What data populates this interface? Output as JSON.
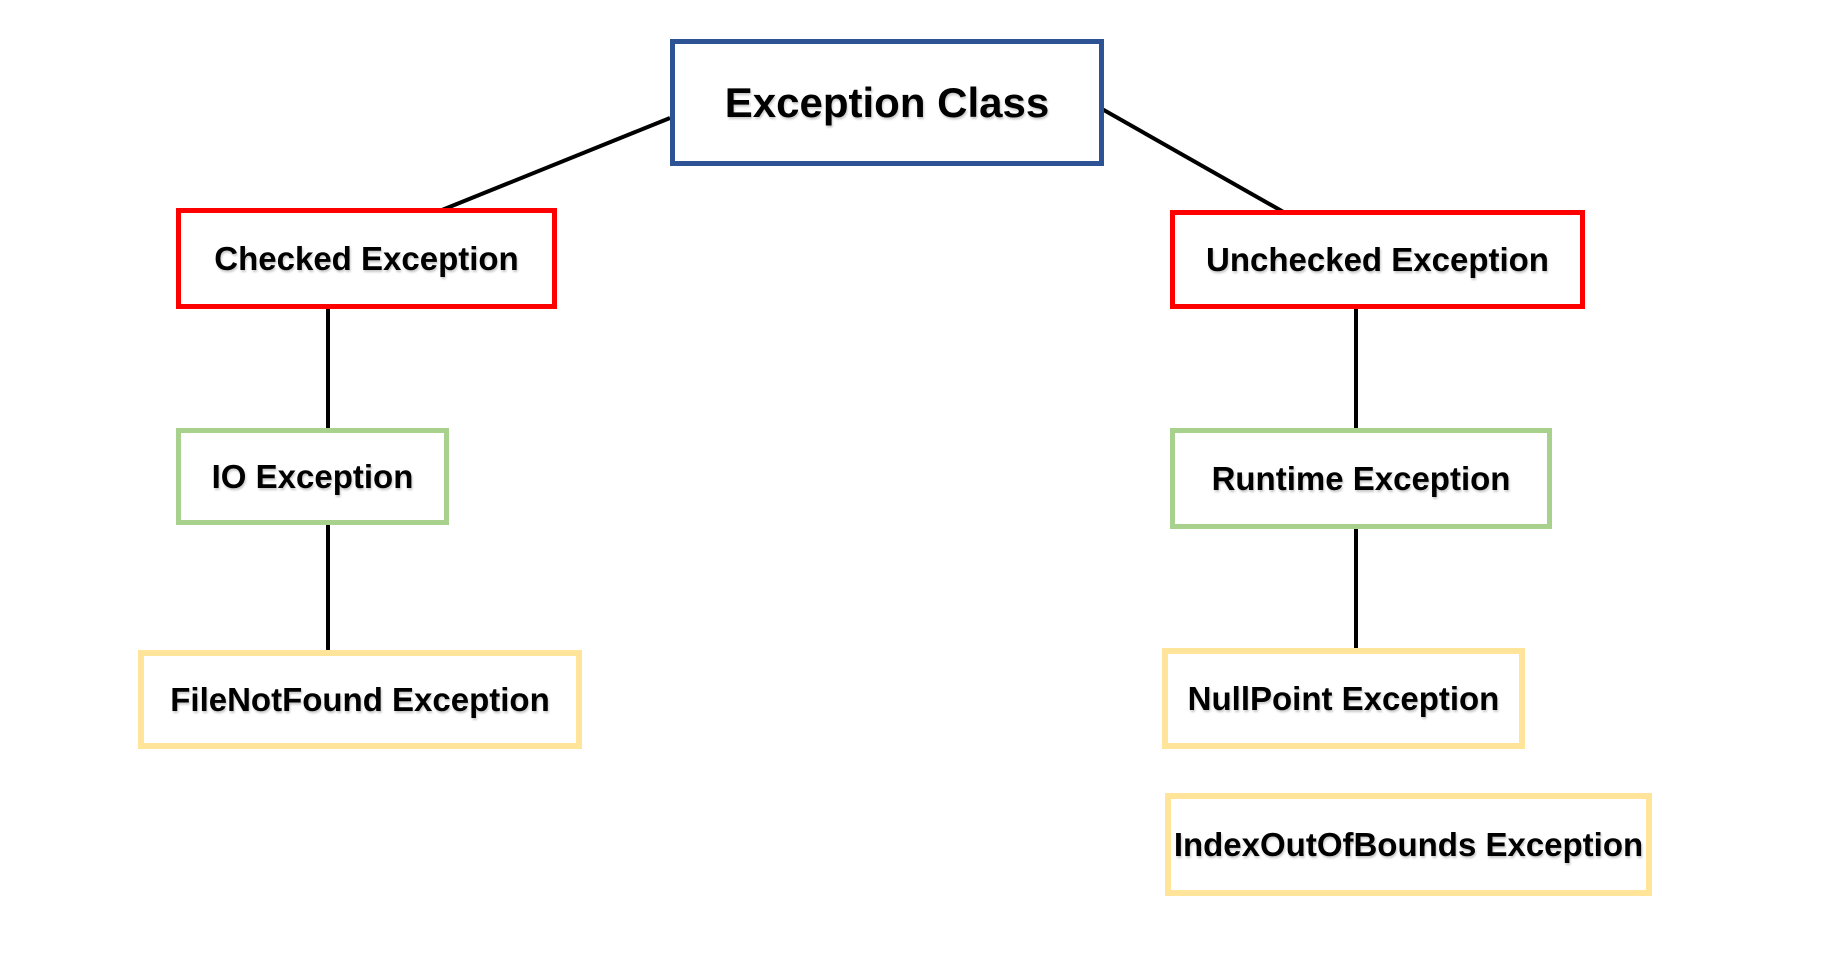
{
  "diagram_type": "hierarchy",
  "nodes": {
    "exception_class": {
      "label": "Exception Class",
      "border_color": "#2e5395",
      "level": 1
    },
    "checked": {
      "label": "Checked Exception",
      "border_color": "#ff0000",
      "level": 2
    },
    "unchecked": {
      "label": "Unchecked Exception",
      "border_color": "#ff0000",
      "level": 2
    },
    "io": {
      "label": "IO Exception",
      "border_color": "#a9d18e",
      "level": 3
    },
    "runtime": {
      "label": "Runtime Exception",
      "border_color": "#a9d18e",
      "level": 3
    },
    "filenotfound": {
      "label": "FileNotFound Exception",
      "border_color": "#ffe499",
      "level": 4
    },
    "nullpoint": {
      "label": "NullPoint Exception",
      "border_color": "#ffe499",
      "level": 4
    },
    "indexoutofbounds": {
      "label": "IndexOutOfBounds Exception",
      "border_color": "#ffe499",
      "level": 4
    }
  },
  "edges": [
    {
      "from": "exception_class",
      "to": "checked"
    },
    {
      "from": "exception_class",
      "to": "unchecked"
    },
    {
      "from": "checked",
      "to": "io"
    },
    {
      "from": "io",
      "to": "filenotfound"
    },
    {
      "from": "unchecked",
      "to": "runtime"
    },
    {
      "from": "runtime",
      "to": "nullpoint"
    }
  ],
  "colors": {
    "background": "#ffffff",
    "connector": "#000000",
    "text": "#000000",
    "root_border": "#2e5395",
    "checked_border": "#ff0000",
    "mid_border": "#a9d18e",
    "leaf_border": "#ffe499"
  }
}
